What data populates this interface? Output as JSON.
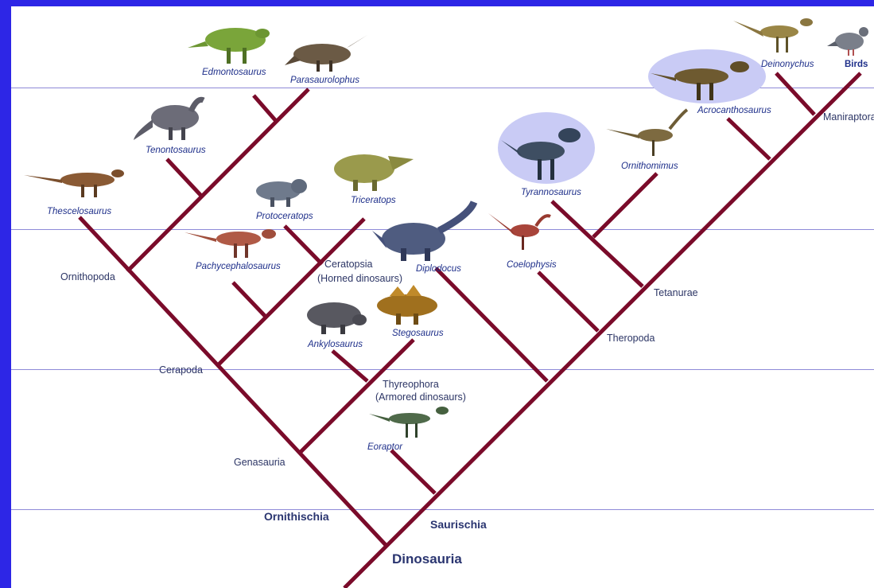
{
  "colors": {
    "frame": "#2d26e6",
    "branch": "#7a0b2a",
    "band_line": "#8e8ad8",
    "highlight": "#c9cbf5"
  },
  "root": "Dinosauria",
  "major_clades": {
    "ornithischia": "Ornithischia",
    "saurischia": "Saurischia"
  },
  "clades": {
    "genasauria": "Genasauria",
    "cerapoda": "Cerapoda",
    "ornithopoda": "Ornithopoda",
    "ceratopsia": "Ceratopsia",
    "ceratopsia_note": "(Horned dinosaurs)",
    "thyreophora": "Thyreophora",
    "thyreophora_note": "(Armored dinosaurs)",
    "theropoda": "Theropoda",
    "tetanurae": "Tetanurae",
    "maniraptora": "Maniraptora"
  },
  "taxa": {
    "edmontosaurus": "Edmontosaurus",
    "parasaurolophus": "Parasaurolophus",
    "tenontosaurus": "Tenontosaurus",
    "thescelosaurus": "Thescelosaurus",
    "protoceratops": "Protoceratops",
    "triceratops": "Triceratops",
    "pachycephalosaurus": "Pachycephalosaurus",
    "ankylosaurus": "Ankylosaurus",
    "stegosaurus": "Stegosaurus",
    "eoraptor": "Eoraptor",
    "diplodocus": "Diplodocus",
    "coelophysis": "Coelophysis",
    "tyrannosaurus": "Tyrannosaurus",
    "ornithomimus": "Ornithomimus",
    "acrocanthosaurus": "Acrocanthosaurus",
    "deinonychus": "Deinonychus",
    "birds": "Birds"
  },
  "highlighted_taxa": [
    "Tyrannosaurus",
    "Acrocanthosaurus"
  ]
}
